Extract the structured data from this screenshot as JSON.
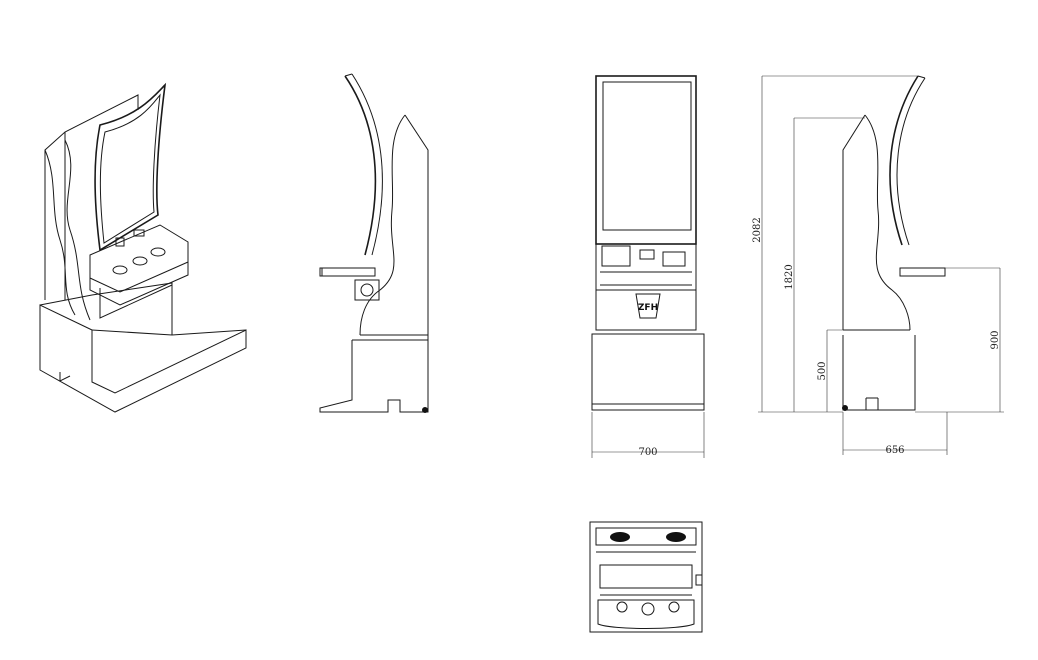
{
  "drawing": {
    "logo_text": "ZFH",
    "dimensions": {
      "overall_height": "2082",
      "screen_top_height": "1820",
      "panel_height": "900",
      "base_height": "500",
      "front_width": "700",
      "side_depth": "656"
    }
  }
}
